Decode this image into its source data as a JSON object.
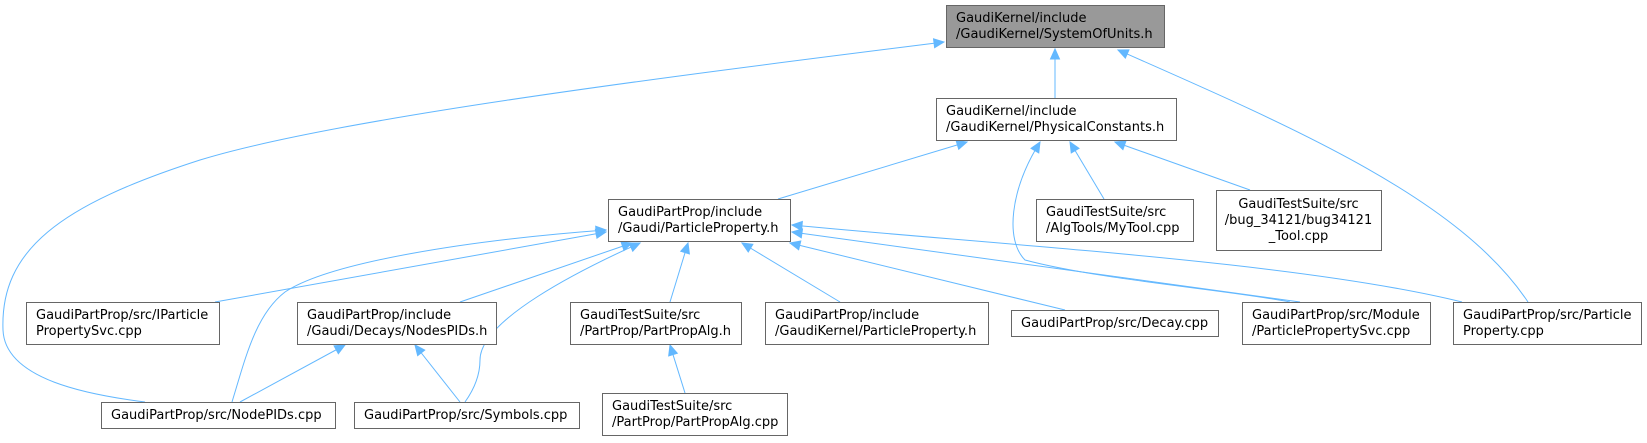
{
  "colors": {
    "edge": "#63b8ff",
    "node_border": "#666666",
    "root_fill": "#999999",
    "node_fill": "#ffffff"
  },
  "nodes": [
    {
      "id": "systemofunits",
      "lines": [
        "GaudiKernel/include",
        "/GaudiKernel/SystemOfUnits.h"
      ],
      "root": true
    },
    {
      "id": "physicalconstants",
      "lines": [
        "GaudiKernel/include",
        "/GaudiKernel/PhysicalConstants.h"
      ]
    },
    {
      "id": "particleproperty-h",
      "lines": [
        "GaudiPartProp/include",
        "/Gaudi/ParticleProperty.h"
      ]
    },
    {
      "id": "mytool",
      "lines": [
        "GaudiTestSuite/src",
        "/AlgTools/MyTool.cpp"
      ]
    },
    {
      "id": "bug34121",
      "lines": [
        "GaudiTestSuite/src",
        "/bug_34121/bug34121",
        "_Tool.cpp"
      ]
    },
    {
      "id": "iparticlepropertysvc",
      "lines": [
        "GaudiPartProp/src/IParticle",
        "PropertySvc.cpp"
      ]
    },
    {
      "id": "nodespids-h",
      "lines": [
        "GaudiPartProp/include",
        "/Gaudi/Decays/NodesPIDs.h"
      ]
    },
    {
      "id": "partpropalg-h",
      "lines": [
        "GaudiTestSuite/src",
        "/PartProp/PartPropAlg.h"
      ]
    },
    {
      "id": "gk-particleproperty-h",
      "lines": [
        "GaudiPartProp/include",
        "/GaudiKernel/ParticleProperty.h"
      ]
    },
    {
      "id": "decay-cpp",
      "lines": [
        "GaudiPartProp/src/Decay.cpp"
      ]
    },
    {
      "id": "module-particlepropertysvc",
      "lines": [
        "GaudiPartProp/src/Module",
        "/ParticlePropertySvc.cpp"
      ]
    },
    {
      "id": "particleproperty-cpp",
      "lines": [
        "GaudiPartProp/src/Particle",
        "Property.cpp"
      ]
    },
    {
      "id": "nodepids-cpp",
      "lines": [
        "GaudiPartProp/src/NodePIDs.cpp"
      ]
    },
    {
      "id": "symbols-cpp",
      "lines": [
        "GaudiPartProp/src/Symbols.cpp"
      ]
    },
    {
      "id": "partpropalg-cpp",
      "lines": [
        "GaudiTestSuite/src",
        "/PartProp/PartPropAlg.cpp"
      ]
    }
  ],
  "edges": [
    [
      "systemofunits",
      "physicalconstants"
    ],
    [
      "systemofunits",
      "nodepids-cpp"
    ],
    [
      "systemofunits",
      "particleproperty-cpp"
    ],
    [
      "physicalconstants",
      "particleproperty-h"
    ],
    [
      "physicalconstants",
      "mytool"
    ],
    [
      "physicalconstants",
      "bug34121"
    ],
    [
      "physicalconstants",
      "module-particlepropertysvc"
    ],
    [
      "particleproperty-h",
      "iparticlepropertysvc"
    ],
    [
      "particleproperty-h",
      "nodespids-h"
    ],
    [
      "particleproperty-h",
      "partpropalg-h"
    ],
    [
      "particleproperty-h",
      "gk-particleproperty-h"
    ],
    [
      "particleproperty-h",
      "decay-cpp"
    ],
    [
      "particleproperty-h",
      "module-particlepropertysvc"
    ],
    [
      "particleproperty-h",
      "particleproperty-cpp"
    ],
    [
      "particleproperty-h",
      "nodepids-cpp"
    ],
    [
      "particleproperty-h",
      "symbols-cpp"
    ],
    [
      "nodespids-h",
      "nodepids-cpp"
    ],
    [
      "nodespids-h",
      "symbols-cpp"
    ],
    [
      "partpropalg-h",
      "partpropalg-cpp"
    ]
  ]
}
